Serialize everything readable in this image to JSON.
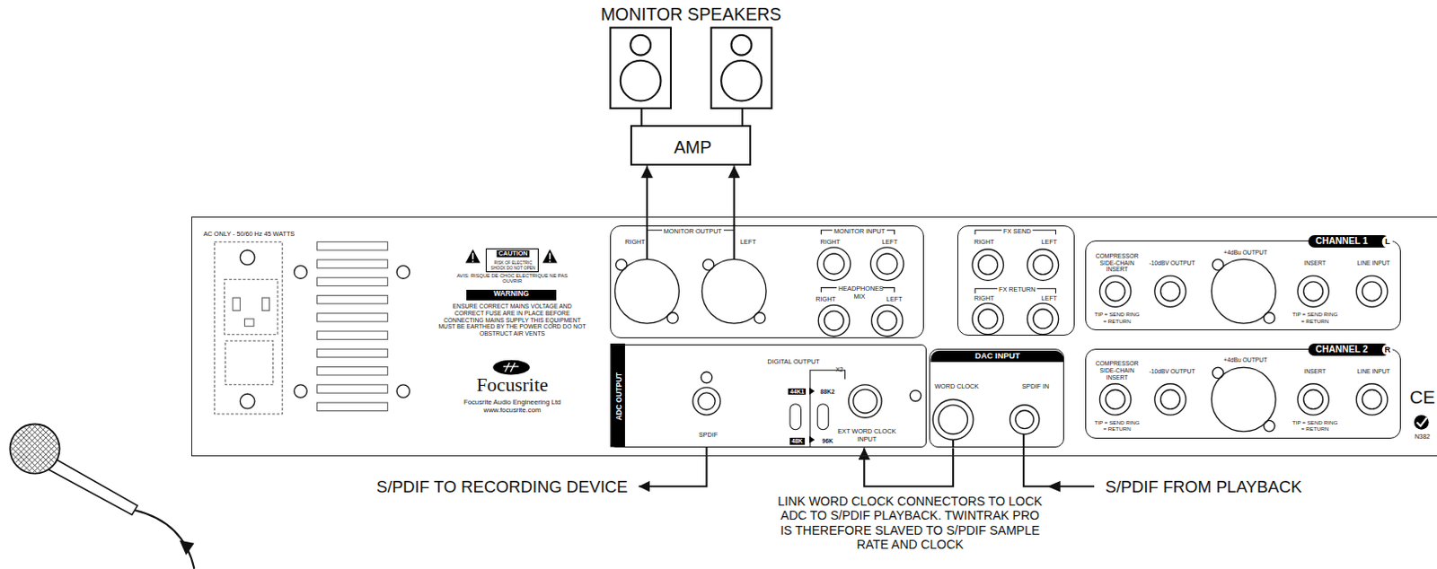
{
  "diagram": {
    "nodes": [
      {
        "text": [
          "AMP"
        ]
      },
      {
        "text": [
          "AC ONLY - 50/60 Hz 45 WATTS",
          "AVIS: RISQUE DE CHOC ELECTRIQUE NE PAS OUVRIR",
          "ENSURE CORRECT MAINS VOLTAGE AND CORRECT FUSE ARE IN PLACE BEFORE CONNECTING MAINS SUPPLY THIS EQUIPMENT MUST BE EARTHED BY THE POWER CORD DO NOT OBSTRUCT AIR VENTS",
          "Focusrite",
          "Focusrite Audio Engineering Ltd www.focusrite.com",
          "CE",
          "N382"
        ]
      },
      {
        "text": [
          "CAUTION",
          "RISK OF ELECTRIC SHOCK DO NOT OPEN"
        ],
        "in": 1
      },
      {
        "text": [
          "WARNING"
        ],
        "in": 1
      },
      {
        "text": [
          "MONITOR OUTPUT",
          "RIGHT",
          "LEFT",
          "MONITOR INPUT",
          "RIGHT",
          "LEFT",
          "HEADPHONES MIX",
          "RIGHT",
          "LEFT"
        ],
        "in": 1
      },
      {
        "text": [
          "FX SEND",
          "RIGHT",
          "LEFT",
          "FX RETURN",
          "RIGHT",
          "LEFT"
        ],
        "in": 1
      },
      {
        "text": [
          "CHANNEL 1",
          "L",
          "COMPRESSOR SIDE-CHAIN INSERT",
          "-10dBV OUTPUT",
          "+4dBu OUTPUT",
          "INSERT",
          "LINE INPUT",
          "TIP = SEND RING = RETURN",
          "TIP = SEND RING = RETURN"
        ],
        "in": 1
      },
      {
        "text": [
          "CHANNEL 2",
          "R",
          "COMPRESSOR SIDE-CHAIN INSERT",
          "-10dBV OUTPUT",
          "+4dBu OUTPUT",
          "INSERT",
          "LINE INPUT",
          "TIP = SEND RING = RETURN",
          "TIP = SEND RING = RETURN"
        ],
        "in": 1
      },
      {
        "text": [
          "ADC OUTPUT",
          "DIGITAL OUTPUT",
          "X2",
          "44K1",
          "88K2",
          "48K",
          "96K",
          "SPDIF",
          "EXT WORD CLOCK INPUT"
        ],
        "in": 1
      },
      {
        "text": [
          "DAC INPUT",
          "WORD CLOCK",
          "SPDIF IN"
        ],
        "in": 1
      }
    ],
    "edges": [
      {
        "from": 4,
        "to": 0,
        "arrow": "to"
      },
      {
        "from": 4,
        "to": 0,
        "arrow": "to"
      },
      {
        "from": 9,
        "to": 8,
        "arrow": "to"
      }
    ],
    "labels": [
      "MONITOR SPEAKERS",
      "S/PDIF TO RECORDING DEVICE",
      "S/PDIF FROM PLAYBACK",
      "LINK WORD CLOCK CONNECTORS TO LOCK ADC TO S/PDIF PLAYBACK. TWINTRAK PRO IS THEREFORE SLAVED TO S/PDIF SAMPLE RATE AND CLOCK"
    ]
  }
}
